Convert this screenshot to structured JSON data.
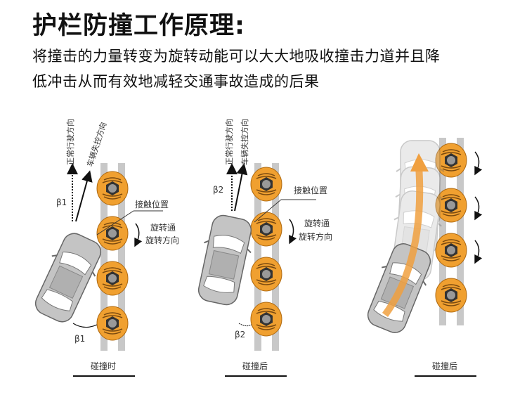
{
  "title": "护栏防撞工作原理:",
  "description": {
    "line1": "将撞击的力量转变为旋转动能可以大大地吸收撞击力道并且降",
    "line2": "低冲击从而有效地减轻交通事故造成的后果"
  },
  "panels": [
    {
      "caption": "碰撞时",
      "normal_direction_label": "正常行驶方向",
      "loss_of_control_label": "车辆失控方向",
      "contact_label": "接触位置",
      "rotation_label_1": "旋转通",
      "rotation_label_2": "旋转方向",
      "angle_top": "β1",
      "angle_bottom": "β1"
    },
    {
      "caption": "碰撞后",
      "normal_direction_label": "正常行驶方向",
      "loss_of_control_label": "车辆失控方向",
      "contact_label": "接触位置",
      "rotation_label_1": "旋转通",
      "rotation_label_2": "旋转方向",
      "angle_top": "β2",
      "angle_bottom": "β2"
    },
    {
      "caption": "碰撞后"
    }
  ],
  "colors": {
    "roller": "#f0a030",
    "rail": "#c8c8c8",
    "car": "#b8b8b8",
    "arrow": "#f0a040"
  }
}
